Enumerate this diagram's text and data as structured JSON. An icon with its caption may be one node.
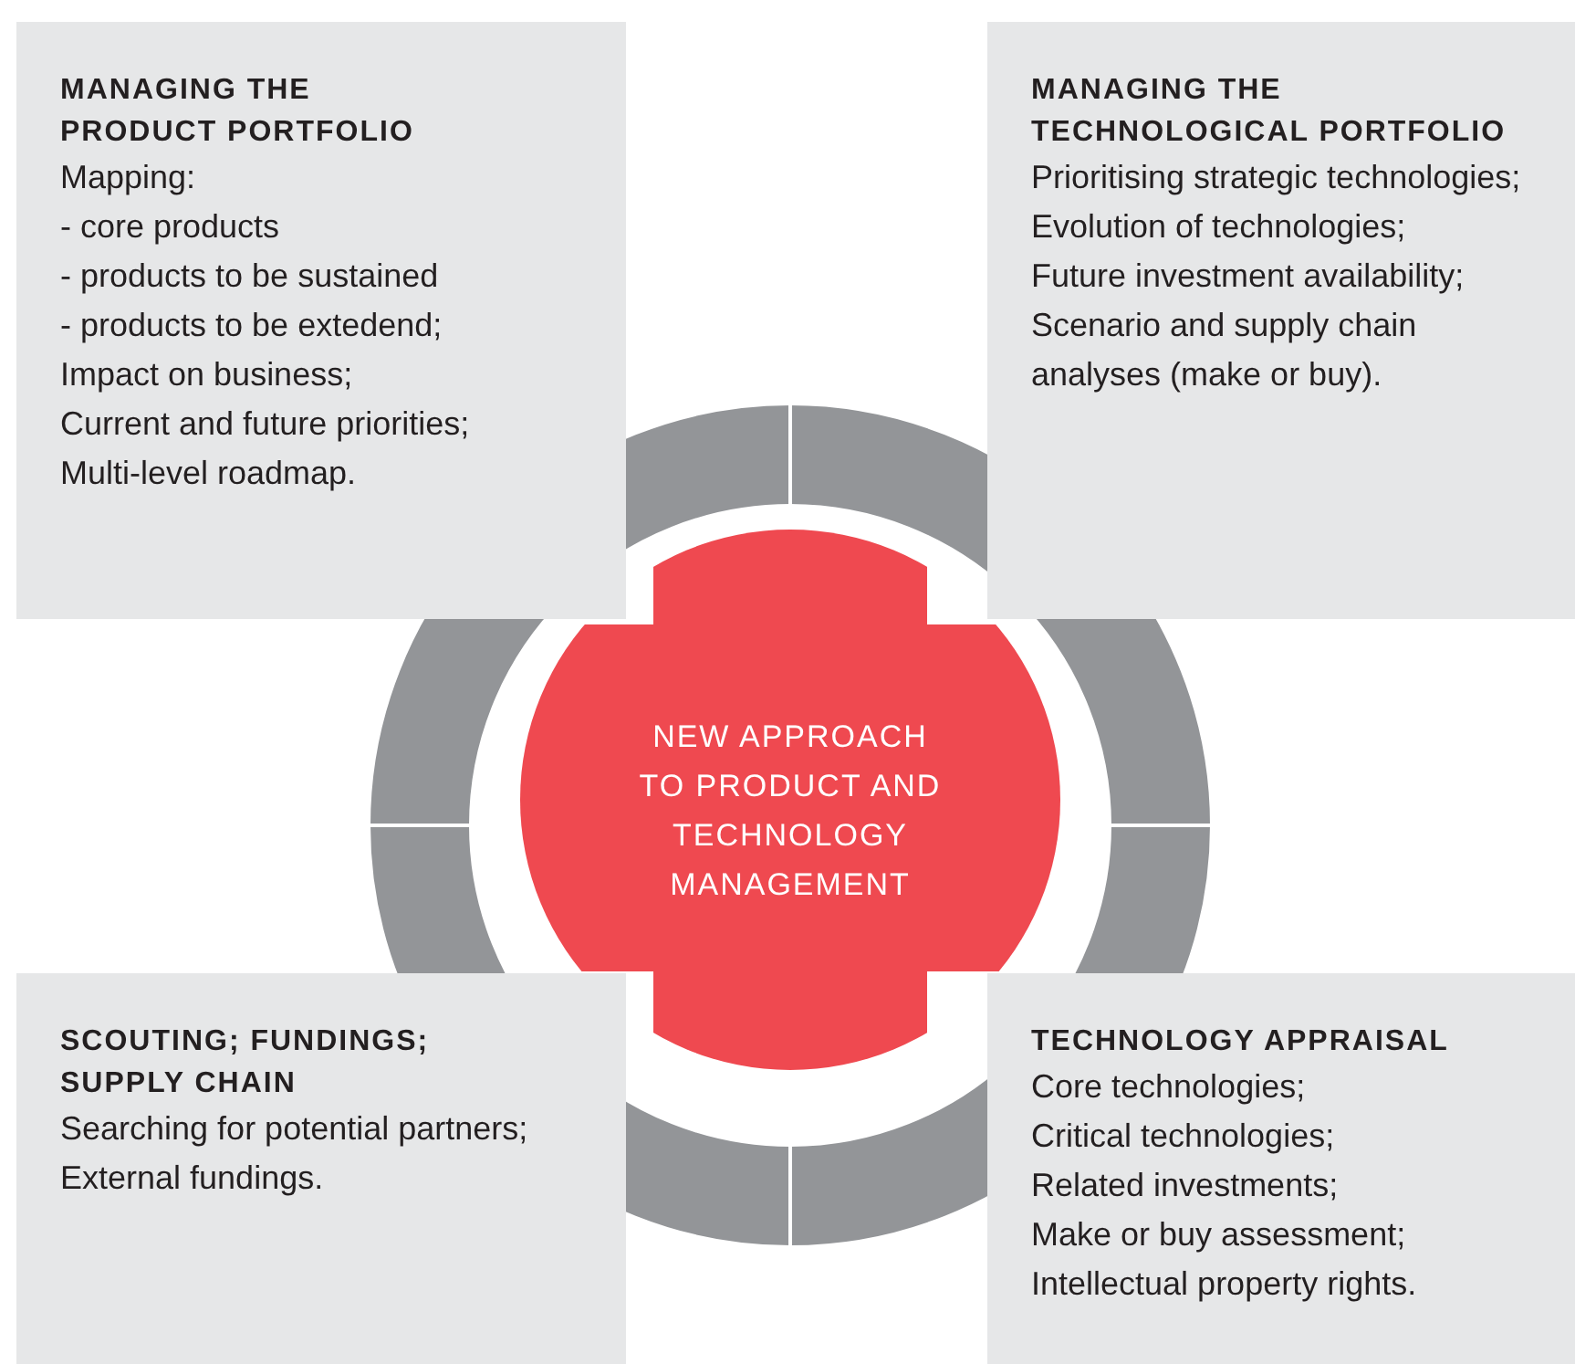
{
  "diagram": {
    "nodes": [
      {
        "text": [
          "MANAGING THE PRODUCT PORTFOLIO",
          "Mapping:",
          "- core products",
          "- products to be sustained",
          "- products to be extedend;",
          "Impact on business;",
          "Current and future priorities;",
          "Multi-level roadmap."
        ]
      },
      {
        "text": [
          "MANAGING THE TECHNOLOGICAL PORTFOLIO",
          "Prioritising strategic technologies;",
          "Evolution of technologies;",
          "Future investment availability;",
          "Scenario and supply chain analyses (make or buy)."
        ]
      },
      {
        "text": [
          "NEW APPROACH TO PRODUCT AND TECHNOLOGY MANAGEMENT"
        ]
      },
      {
        "text": [
          "SCOUTING; FUNDINGS; SUPPLY CHAIN",
          "Searching for potential partners;",
          "External fundings."
        ]
      },
      {
        "text": [
          "TECHNOLOGY APPRAISAL",
          "Core technologies;",
          "Critical technologies;",
          "Related investments;",
          "Make or buy assessment;",
          "Intellectual property rights."
        ]
      }
    ]
  }
}
